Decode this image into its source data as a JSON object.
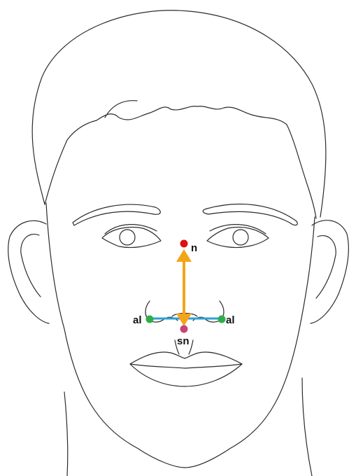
{
  "landmarks": {
    "n": {
      "label": "n",
      "color": "#e01010"
    },
    "al_left": {
      "label": "al",
      "color": "#2eae4a"
    },
    "al_right": {
      "label": "al",
      "color": "#2eae4a"
    },
    "sn": {
      "label": "sn",
      "color": "#c8437a"
    }
  },
  "measurements": {
    "nose_height": {
      "from": "n",
      "to": "sn",
      "color": "#f3a51a",
      "style": "double-arrow"
    },
    "nose_width": {
      "from": "al_left",
      "to": "al_right",
      "color": "#2aa0d6",
      "style": "line"
    }
  },
  "line_art_color": "#2b2b2b"
}
